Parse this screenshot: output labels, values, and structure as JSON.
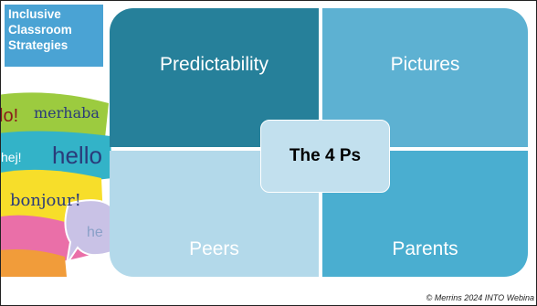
{
  "badge": {
    "line1": "Inclusive",
    "line2": "Classroom",
    "line3": "Strategies"
  },
  "bubbles": {
    "b1": "lo!",
    "b2": "merhaba",
    "b3": "hello",
    "b4": "hej!",
    "b5": "bonjour!",
    "b6": "he"
  },
  "quadrants": {
    "top_left": "Predictability",
    "top_right": "Pictures",
    "bottom_left": "Peers",
    "bottom_right": "Parents"
  },
  "center_label": "The 4 Ps",
  "footer": "© Merrins 2024 INTO Webina",
  "colors": {
    "top_left": "#26809a",
    "top_right": "#5db1d2",
    "bottom_left": "#b3d9ea",
    "bottom_right": "#4aaed0",
    "badge": "#4aa3d4"
  }
}
